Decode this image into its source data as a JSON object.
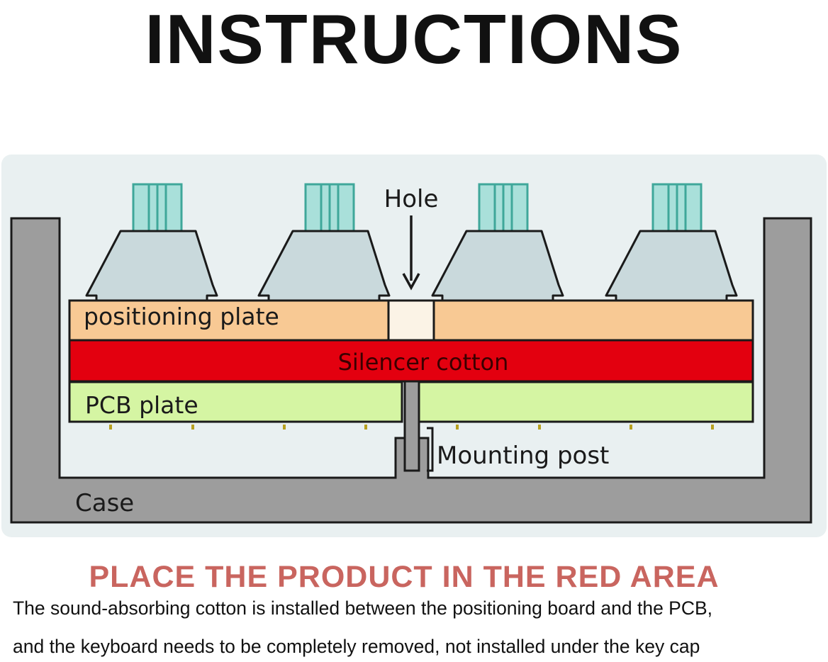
{
  "title": "INSTRUCTIONS",
  "diagram": {
    "hole_label": "Hole",
    "positioning_plate_label": "positioning plate",
    "silencer_label": "Silencer cotton",
    "pcb_label": "PCB plate",
    "mounting_post_label": "Mounting post",
    "case_label": "Case",
    "colors": {
      "background": "#e9f0f1",
      "case": "#9d9d9d",
      "positioning_plate": "#f8c994",
      "silencer_cotton": "#e3000f",
      "pcb_plate": "#d5f5a3",
      "keycap": "#c9d9dc",
      "switch_stem": "#a9e0da",
      "switch_stem_outline": "#3fa79a",
      "hole_fill": "#fbf3e6",
      "solder_dots": "#b8a020"
    }
  },
  "subtitle": "PLACE THE PRODUCT IN THE RED AREA",
  "description": {
    "line1": "The sound-absorbing cotton is installed between the positioning board and the PCB,",
    "line2": "and the keyboard needs to be completely removed, not installed under the key cap"
  }
}
